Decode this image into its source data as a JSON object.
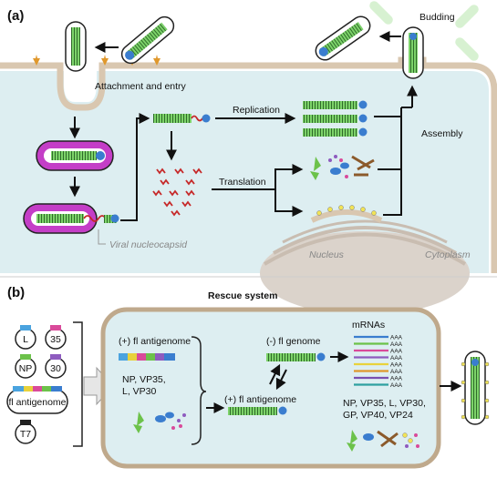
{
  "panel_a": {
    "tag": "(a)",
    "labels": {
      "attachment": "Attachment and entry",
      "replication": "Replication",
      "translation": "Translation",
      "assembly": "Assembly",
      "budding": "Budding",
      "nucleocapsid": "Viral nucleocapsid",
      "nucleus": "Nucleus",
      "cytoplasm": "Cytoplasm"
    },
    "colors": {
      "membrane": "#d9c7b0",
      "cytoplasm": "#ddeef1",
      "nucleus": "#dbd3cb",
      "nucleocapsid_green": "#7dd36a",
      "endosome_magenta": "#c43ec7",
      "rna_red": "#c62828",
      "glycoprotein_yellow": "#f1e356",
      "receptor_orange": "#e0982c"
    }
  },
  "panel_b": {
    "tag": "(b)",
    "title": "Rescue system",
    "plasmids": [
      {
        "label": "L",
        "color": "#4aa3df"
      },
      {
        "label": "35",
        "color": "#d94a9a"
      },
      {
        "label": "NP",
        "color": "#6cc24a"
      },
      {
        "label": "30",
        "color": "#8e5bbf"
      },
      {
        "label": "fl antigenome",
        "color": "#e8d23b"
      },
      {
        "label": "T7",
        "color": "#222222"
      }
    ],
    "labels": {
      "antigenome_top": "(+) fl antigenome",
      "proteins": "NP, VP35,\nL, VP30",
      "genome": "(-) fl genome",
      "antigenome_bottom": "(+) fl antigenome",
      "mrnas": "mRNAs",
      "mrna_tail": "AAA",
      "proteins_all": "NP, VP35, L, VP30,\nGP, VP40, VP24"
    },
    "mrna_colors": [
      "#3a7dcf",
      "#6cc24a",
      "#d94a9a",
      "#8e5bbf",
      "#e8d23b",
      "#e0982c",
      "#7a4fb0",
      "#2ea0a0"
    ],
    "colors": {
      "cell_fill": "#ddeef1",
      "cell_border": "#bfa98c",
      "arrow_fill": "#e6e6e6"
    }
  }
}
